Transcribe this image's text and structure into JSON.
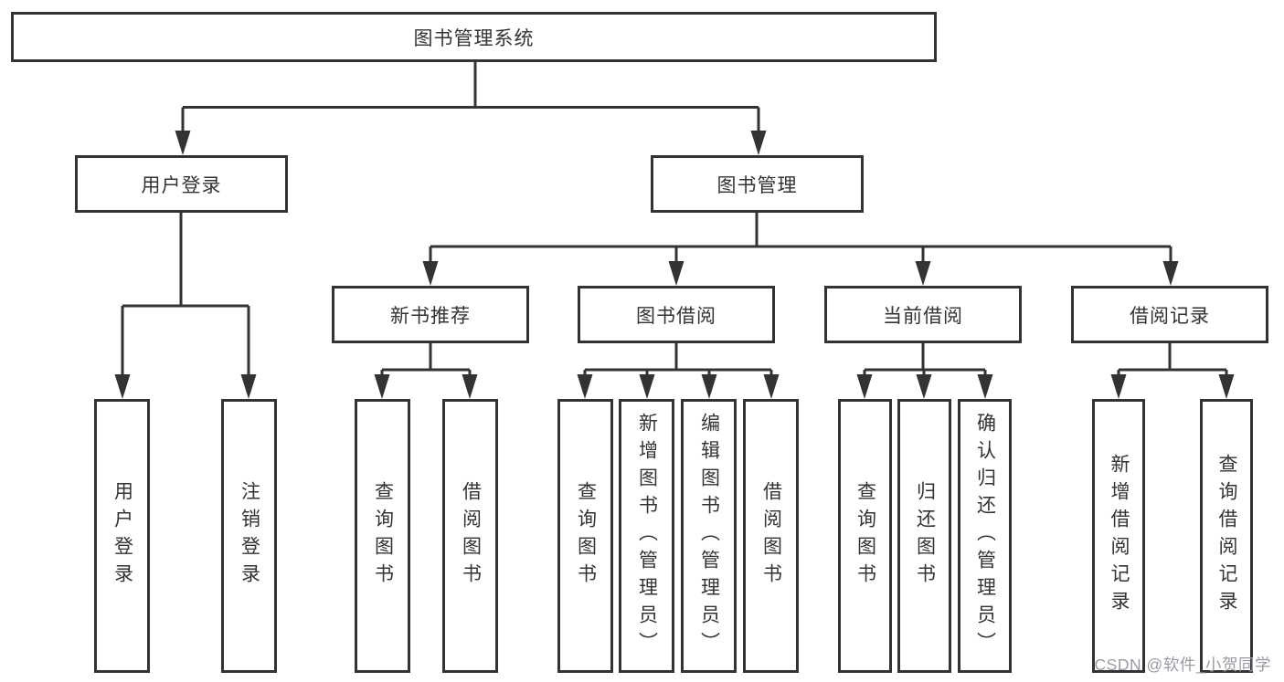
{
  "diagram": {
    "title": "图书管理系统",
    "type": "hierarchy-tree"
  },
  "colors": {
    "line": "#333333",
    "box_border": "#333333",
    "text": "#333333",
    "background": "#ffffff",
    "watermark_text": "#989ca2"
  },
  "nodes": [
    {
      "id": "root",
      "level": 1,
      "label": "图书管理系统"
    },
    {
      "id": "user-login",
      "level": 2,
      "label": "用户登录"
    },
    {
      "id": "book-management",
      "level": 2,
      "label": "图书管理"
    },
    {
      "id": "new-book-recommend",
      "level": 3,
      "label": "新书推荐"
    },
    {
      "id": "book-borrowing",
      "level": 3,
      "label": "图书借阅"
    },
    {
      "id": "current-borrowing",
      "level": 3,
      "label": "当前借阅"
    },
    {
      "id": "borrowing-records",
      "level": 3,
      "label": "借阅记录"
    },
    {
      "id": "leaf-user-login",
      "level": 4,
      "label": "用户登录"
    },
    {
      "id": "leaf-logout",
      "level": 4,
      "label": "注销登录"
    },
    {
      "id": "leaf-query-books-1",
      "level": 4,
      "label": "查询图书"
    },
    {
      "id": "leaf-borrow-books-1",
      "level": 4,
      "label": "借阅图书"
    },
    {
      "id": "leaf-query-books-2",
      "level": 4,
      "label": "查询图书"
    },
    {
      "id": "leaf-add-books-admin",
      "level": 4,
      "label": "新增图书（管理员）"
    },
    {
      "id": "leaf-edit-books-admin",
      "level": 4,
      "label": "编辑图书（管理员）"
    },
    {
      "id": "leaf-borrow-books-2",
      "level": 4,
      "label": "借阅图书"
    },
    {
      "id": "leaf-query-books-3",
      "level": 4,
      "label": "查询图书"
    },
    {
      "id": "leaf-return-books",
      "level": 4,
      "label": "归还图书"
    },
    {
      "id": "leaf-confirm-return-admin",
      "level": 4,
      "label": "确认归还（管理员）"
    },
    {
      "id": "leaf-add-borrow-record",
      "level": 4,
      "label": "新增借阅记录"
    },
    {
      "id": "leaf-query-borrow-record",
      "level": 4,
      "label": "查询借阅记录"
    }
  ],
  "watermark": {
    "text": "CSDN @软件_小贺同学"
  }
}
